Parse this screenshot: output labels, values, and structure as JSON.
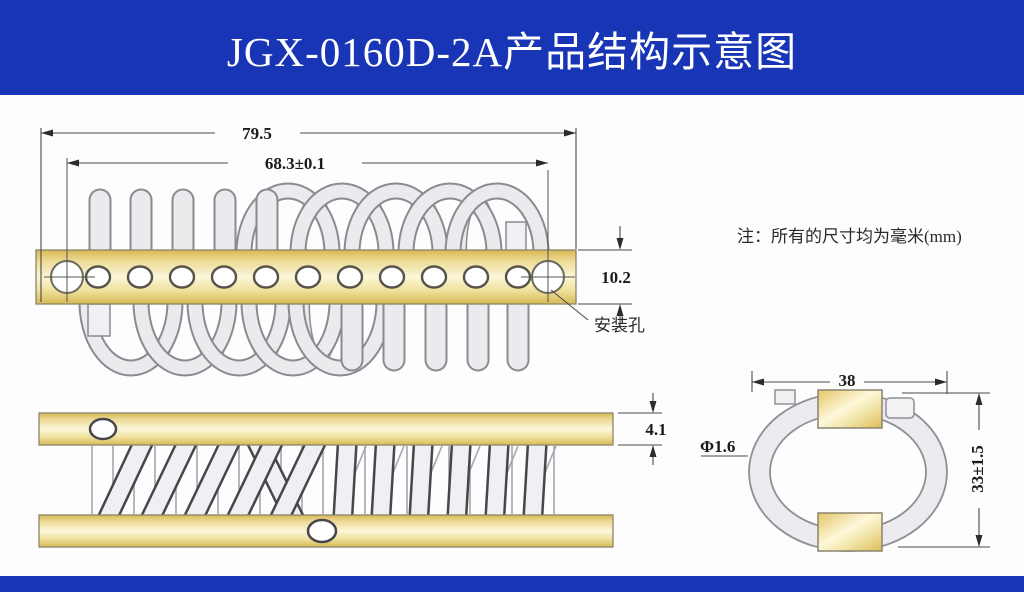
{
  "header": {
    "title": "JGX-0160D-2A产品结构示意图"
  },
  "note": {
    "text": "注：所有的尺寸均为毫米(mm)"
  },
  "top_view": {
    "dim_overall_length": "79.5",
    "dim_mounting_span": "68.3±0.1",
    "dim_bar_width": "10.2",
    "mounting_hole_label": "安装孔"
  },
  "side_view": {
    "dim_bar_thickness": "4.1"
  },
  "end_view": {
    "dim_loop_width": "38",
    "dim_wire_diameter": "Φ1.6",
    "dim_loop_height": "33±1.5"
  },
  "colors": {
    "header_bg": "#1735b5",
    "header_fg": "#ffffff",
    "bar_gold": "#e8cf78",
    "wire_fill": "#ececf0",
    "wire_outline": "#8a8a92",
    "dimension_line": "#4a4a4a",
    "text": "#1a1a1a"
  }
}
